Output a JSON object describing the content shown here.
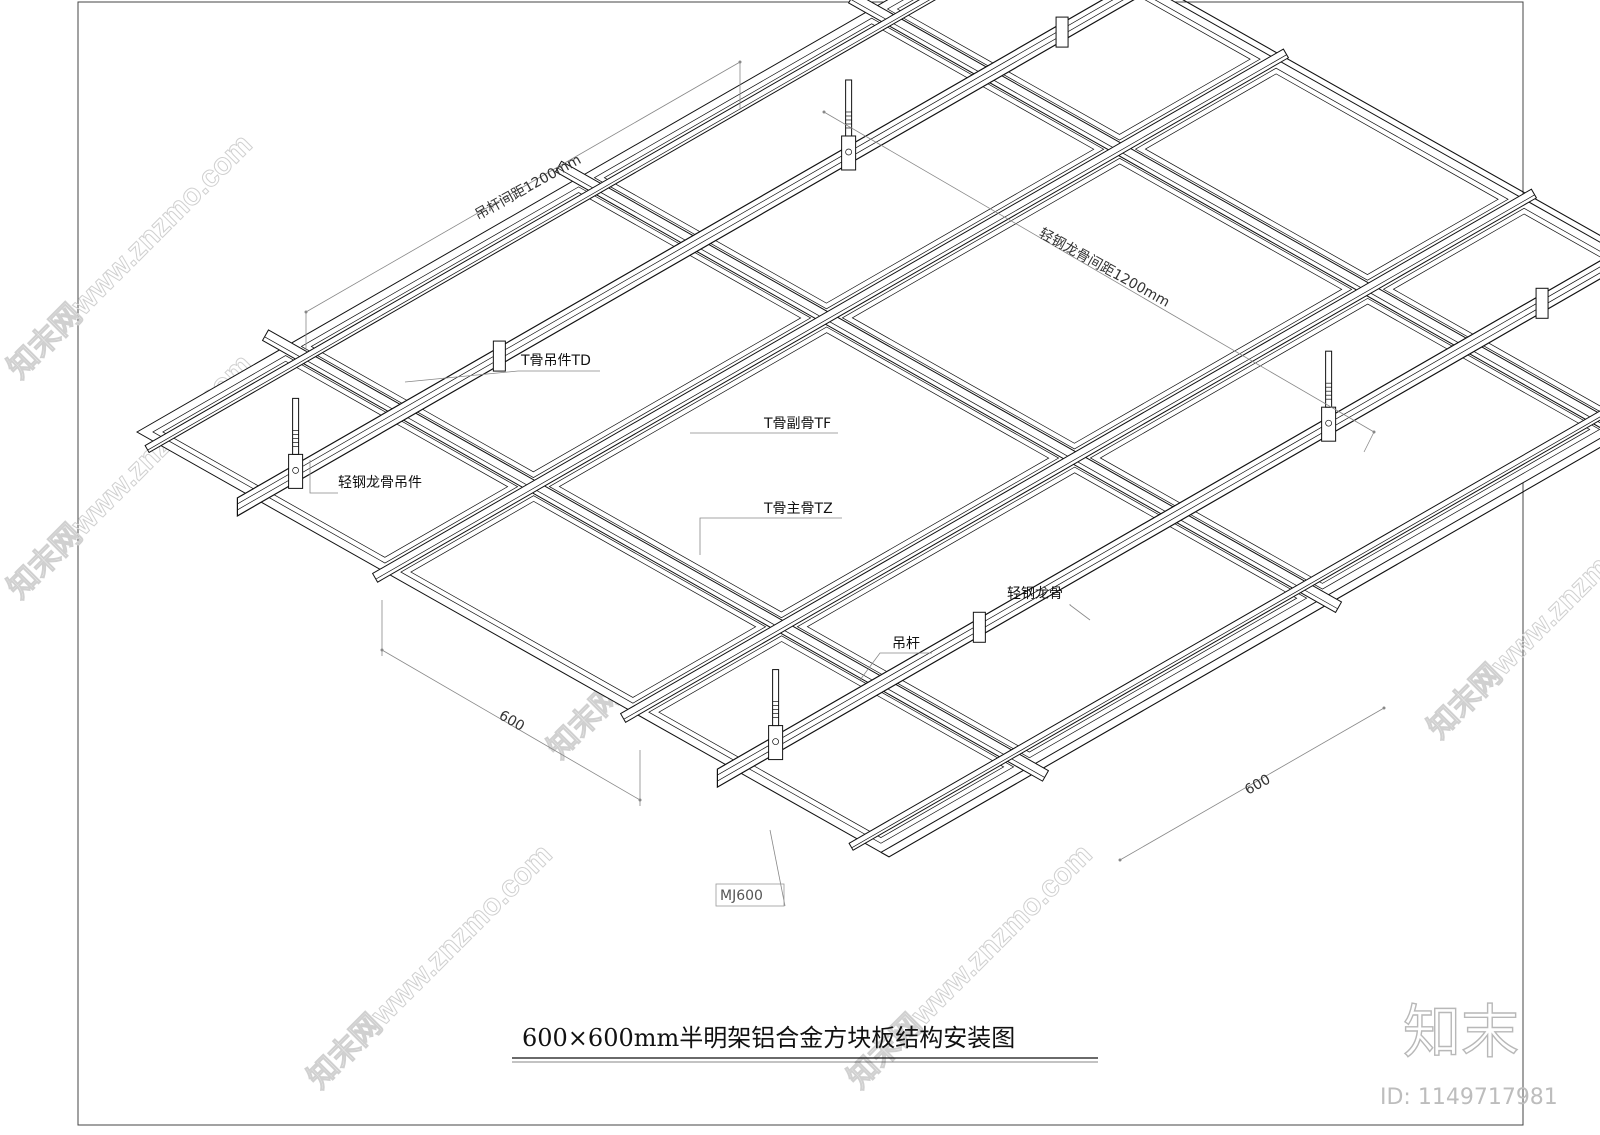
{
  "title": "600×600mm半明架铝合金方块板结构安装图",
  "labels": {
    "t_hanger": "T骨吊件TD",
    "t_sub": "T骨副骨TF",
    "t_main": "T骨主骨TZ",
    "steel_hanger": "轻钢龙骨吊件",
    "steel_keel": "轻钢龙骨",
    "rod": "吊杆",
    "panel_code": "MJ600"
  },
  "dimensions": {
    "rod_spacing": "吊杆间距1200mm",
    "keel_spacing": "轻钢龙骨间距1200mm",
    "panel_w1": "600",
    "panel_w2": "600"
  },
  "watermark": {
    "text": "知末网www.znzmo.com",
    "logo": "知末",
    "id": "ID: 1149717981"
  }
}
